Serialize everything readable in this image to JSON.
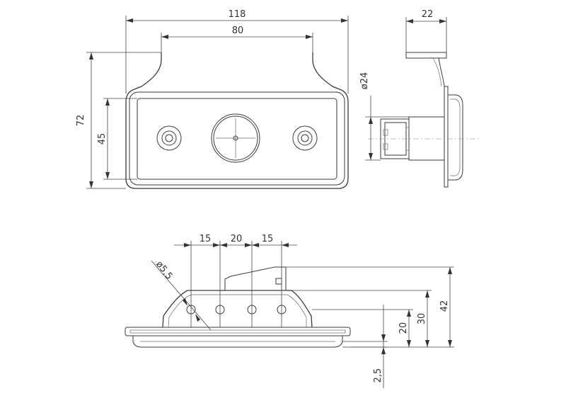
{
  "drawing": {
    "front_view": {
      "dim_width": "118",
      "dim_hole_spacing": "80",
      "dim_height": "72",
      "dim_lens_height": "45"
    },
    "side_view": {
      "dim_depth": "22",
      "dim_diameter": "ø24"
    },
    "bottom_view": {
      "dim_spacing_1": "15",
      "dim_spacing_2": "20",
      "dim_spacing_3": "15",
      "dim_hole_diameter": "ø5,5",
      "dim_height_total": "42",
      "dim_height_30": "30",
      "dim_height_20": "20",
      "dim_offset": "2,5"
    }
  }
}
